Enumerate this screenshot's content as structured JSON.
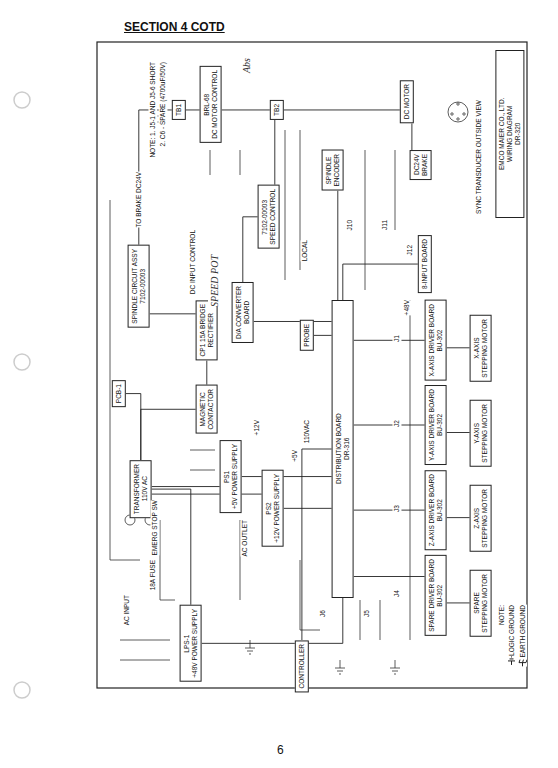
{
  "diagram": {
    "title": "SECTION 4 COTD",
    "nodes": [
      {
        "text": [
          "BRL-68",
          "DC MOTOR CONTROL"
        ]
      },
      {
        "text": [
          "TB1"
        ]
      },
      {
        "text": [
          "TB2"
        ]
      },
      {
        "text": [
          "DC MOTOR"
        ]
      },
      {
        "text": [
          "DC24V",
          "BRAKE"
        ]
      },
      {
        "text": [
          "SPINDLE",
          "ENCODER"
        ]
      },
      {
        "text": [
          "7102-00003",
          "SPEED CONTROL"
        ]
      },
      {
        "text": [
          "D/A CONVERTER",
          "BOARD"
        ]
      },
      {
        "text": [
          "SPINDLE CIRCUIT ASSY",
          "7102-00003"
        ]
      },
      {
        "text": [
          "MAGNETIC",
          "CONTACTOR"
        ]
      },
      {
        "text": [
          "CP1 15A BRIDGE",
          "RECTIFIER"
        ]
      },
      {
        "text": [
          "PCB-1"
        ]
      },
      {
        "text": [
          "TRANSFORMER",
          "110V AC"
        ]
      },
      {
        "text": [
          "PS1",
          "+5V POWER SUPPLY"
        ]
      },
      {
        "text": [
          "PS2",
          "+12V POWER SUPPLY"
        ]
      },
      {
        "text": [
          "LPS-1",
          "+48V POWER SUPPLY"
        ]
      },
      {
        "text": [
          "DISTRIBUTION BOARD",
          "DR-316"
        ]
      },
      {
        "text": [
          "PROBE"
        ]
      },
      {
        "text": [
          "8-INPUT BOARD"
        ]
      },
      {
        "text": [
          "X-AXIS DRIVER BOARD",
          "BU-302"
        ]
      },
      {
        "text": [
          "Y-AXIS DRIVER BOARD",
          "BU-302"
        ]
      },
      {
        "text": [
          "Z-AXIS DRIVER BOARD",
          "BU-302"
        ]
      },
      {
        "text": [
          "SPARE DRIVER BOARD",
          "BU-302"
        ]
      },
      {
        "text": [
          "X-AXIS",
          "STEPPING MOTOR"
        ]
      },
      {
        "text": [
          "Y-AXIS",
          "STEPPING MOTOR"
        ]
      },
      {
        "text": [
          "Z-AXIS",
          "STEPPING MOTOR"
        ]
      },
      {
        "text": [
          "SPARE",
          "STEPPING MOTOR"
        ]
      },
      {
        "text": [
          "CONTROLLER"
        ]
      },
      {
        "text": [
          "EMCO MAIER CO., LTD.",
          "WIRING DIAGRAM",
          "DR-320"
        ]
      }
    ],
    "edges": [
      {
        "from": 0,
        "to": 1,
        "arrow": "none"
      },
      {
        "from": 0,
        "to": 2,
        "arrow": "none"
      },
      {
        "from": 2,
        "to": 3,
        "arrow": "none"
      },
      {
        "from": 3,
        "to": 4,
        "arrow": "none"
      },
      {
        "from": 2,
        "to": 6,
        "arrow": "none"
      },
      {
        "from": 6,
        "to": 7,
        "arrow": "none"
      },
      {
        "from": 7,
        "to": 16,
        "arrow": "none"
      },
      {
        "from": 5,
        "to": 16,
        "arrow": "none"
      },
      {
        "from": 1,
        "to": 8,
        "arrow": "none"
      },
      {
        "from": 8,
        "to": 10,
        "arrow": "none"
      },
      {
        "from": 10,
        "to": 9,
        "arrow": "none"
      },
      {
        "from": 9,
        "to": 12,
        "arrow": "none"
      },
      {
        "from": 11,
        "to": 12,
        "arrow": "none"
      },
      {
        "from": 12,
        "to": 13,
        "arrow": "none"
      },
      {
        "from": 12,
        "to": 14,
        "arrow": "none"
      },
      {
        "from": 12,
        "to": 15,
        "arrow": "none"
      },
      {
        "from": 13,
        "to": 16,
        "arrow": "none"
      },
      {
        "from": 14,
        "to": 16,
        "arrow": "none"
      },
      {
        "from": 15,
        "to": 16,
        "arrow": "none"
      },
      {
        "from": 16,
        "to": 17,
        "arrow": "none"
      },
      {
        "from": 18,
        "to": 16,
        "arrow": "none"
      },
      {
        "from": 16,
        "to": 19,
        "arrow": "none"
      },
      {
        "from": 16,
        "to": 20,
        "arrow": "none"
      },
      {
        "from": 16,
        "to": 21,
        "arrow": "none"
      },
      {
        "from": 16,
        "to": 22,
        "arrow": "none"
      },
      {
        "from": 19,
        "to": 23,
        "arrow": "none"
      },
      {
        "from": 20,
        "to": 24,
        "arrow": "none"
      },
      {
        "from": 21,
        "to": 25,
        "arrow": "none"
      },
      {
        "from": 22,
        "to": 26,
        "arrow": "none"
      },
      {
        "from": 16,
        "to": 27,
        "arrow": "none"
      }
    ],
    "labels": [
      "Abs",
      "SPEED POT",
      "NOTE: 1. J5-1 AND J5-6 SHORT",
      "2. C6 - SPARE (4700uF/50V)",
      "TO BRAKE DC24V",
      "DC INPUT CONTROL",
      "18A FUSE",
      "AC INPUT",
      "EMERG STOP SW",
      "110VAC",
      "AC OUTLET",
      "LOCAL",
      "J1",
      "J2",
      "J3",
      "J4",
      "J5",
      "J6",
      "J10",
      "J11",
      "J12",
      "+5V",
      "+12V",
      "+48V",
      "SYNC TRANSDUCER OUTSIDE VIEW",
      "NOTE:",
      "6"
    ],
    "legend": [
      {
        "text": "LOGIC GROUND"
      },
      {
        "text": "EARTH GROUND"
      }
    ]
  }
}
